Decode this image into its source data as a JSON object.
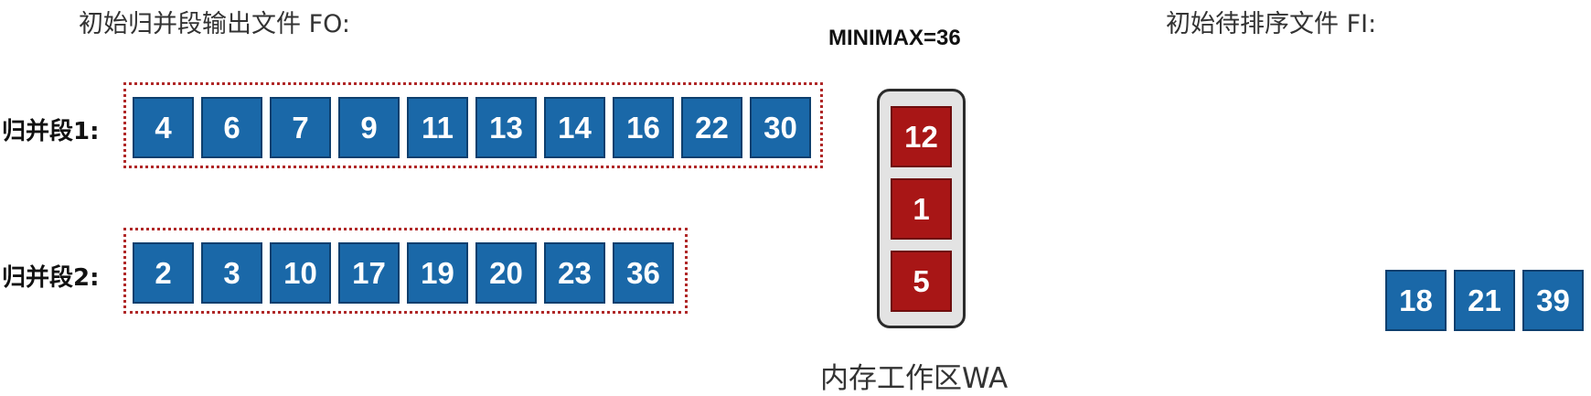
{
  "output_file_title": "初始归并段输出文件 FO:",
  "minimax_label": "MINIMAX=36",
  "input_file_title": "初始待排序文件 FI:",
  "runs": [
    {
      "label": "归并段1:",
      "values": [
        "4",
        "6",
        "7",
        "9",
        "11",
        "13",
        "14",
        "16",
        "22",
        "30"
      ]
    },
    {
      "label": "归并段2:",
      "values": [
        "2",
        "3",
        "10",
        "17",
        "19",
        "20",
        "23",
        "36"
      ]
    }
  ],
  "workarea": {
    "label": "内存工作区WA",
    "values": [
      "12",
      "1",
      "5"
    ]
  },
  "input_values": [
    "18",
    "21",
    "39"
  ],
  "colors": {
    "blue_cell": "#1a68a8",
    "red_cell": "#a81616",
    "dotted_border": "#b02828"
  }
}
